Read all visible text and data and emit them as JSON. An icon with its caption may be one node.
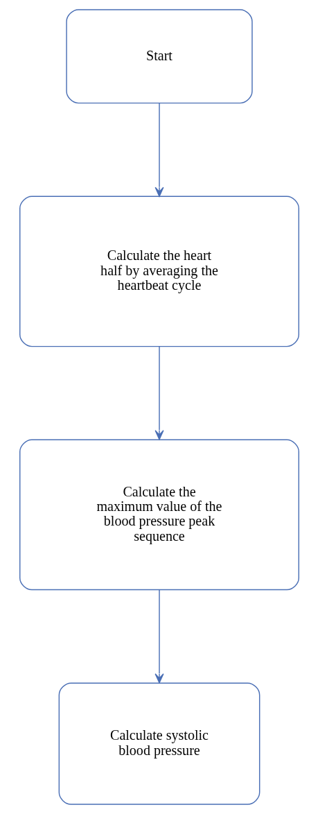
{
  "diagram": {
    "nodes": [
      {
        "text": [
          "Start"
        ]
      },
      {
        "text": [
          "Calculate the heart half by averaging the heartbeat cycle"
        ]
      },
      {
        "text": [
          "Calculate the maximum value of the blood pressure peak sequence"
        ]
      },
      {
        "text": [
          "Calculate systolic blood pressure"
        ]
      }
    ],
    "edges": [
      {
        "from": 0,
        "to": 1,
        "arrow": "to"
      },
      {
        "from": 1,
        "to": 2,
        "arrow": "to"
      },
      {
        "from": 2,
        "to": 3,
        "arrow": "to"
      }
    ]
  }
}
